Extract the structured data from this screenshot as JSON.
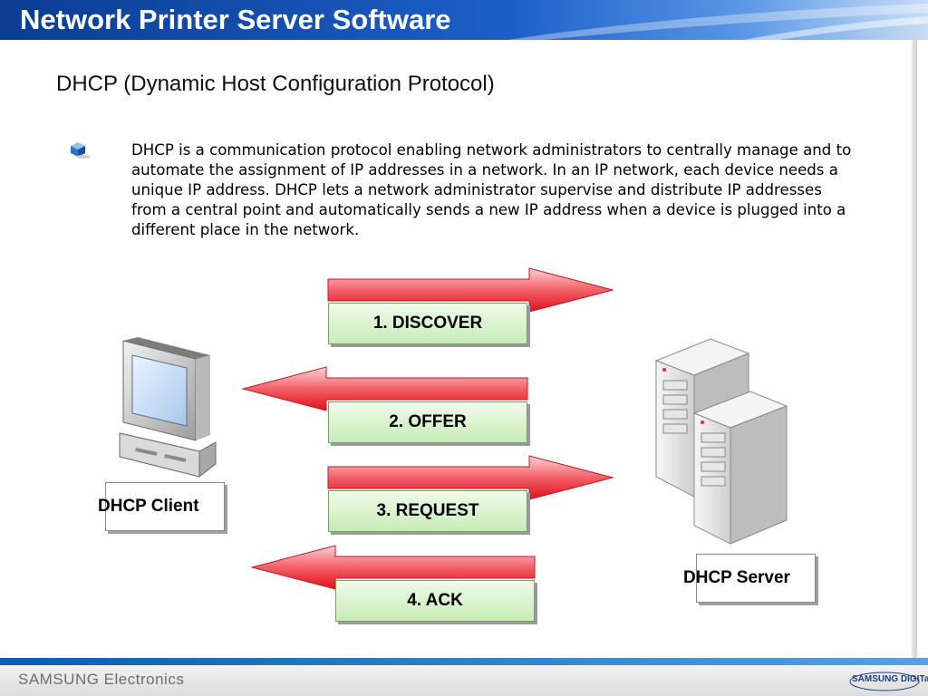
{
  "header": {
    "title": "Network Printer Server Software"
  },
  "subtitle": "DHCP (Dynamic Host Configuration Protocol)",
  "bullet_text": "DHCP is a communication protocol enabling network administrators to centrally manage and to automate the assignment of IP addresses in a network. In an IP network, each device needs a unique IP address. DHCP lets a network administrator supervise and distribute IP addresses from a central point and automatically sends a new IP address when a device is plugged into a different place in the network.",
  "steps": [
    {
      "label": "1. DISCOVER",
      "direction": "to-server"
    },
    {
      "label": "2. OFFER",
      "direction": "to-client"
    },
    {
      "label": "3. REQUEST",
      "direction": "to-server"
    },
    {
      "label": "4. ACK",
      "direction": "to-client"
    }
  ],
  "client_label": "DHCP Client",
  "server_label": "DHCP Server",
  "footer": {
    "brand": "SAMSUNG Electronics",
    "logo_text": "SAMSUNG DIGITall"
  },
  "colors": {
    "header_blue": "#1c5fc8",
    "arrow_red": "#e8202a",
    "step_green": "#c7ecb6"
  }
}
